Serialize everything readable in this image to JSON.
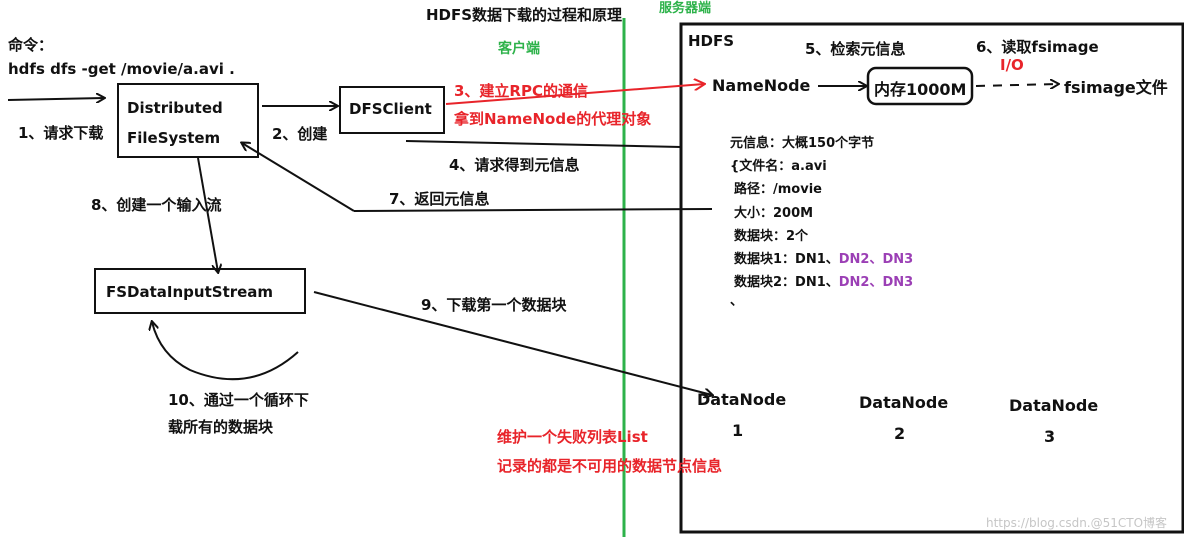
{
  "title": "HDFS数据下载的过程和原理",
  "server_side_label": "服务器端",
  "client_side_label": "客户端",
  "command": {
    "label": "命令：",
    "text": "hdfs dfs -get /movie/a.avi ."
  },
  "hdfs_label": "HDFS",
  "boxes": {
    "dfs_line1": "Distributed",
    "dfs_line2": "FileSystem",
    "dfsclient": "DFSClient",
    "fsdis": "FSDataInputStream",
    "memory": "内存1000M"
  },
  "namenode": "NameNode",
  "fsimage_file": "fsimage文件",
  "io_label": "I/O",
  "steps": {
    "s1": "1、请求下载",
    "s2": "2、创建",
    "s3": "3、建立RPC的通信",
    "s3b": "拿到NameNode的代理对象",
    "s4": "4、请求得到元信息",
    "s5": "5、检索元信息",
    "s6": "6、读取fsimage",
    "s7": "7、返回元信息",
    "s8": "8、创建一个输入流",
    "s9": "9、下载第一个数据块",
    "s10a": "10、通过一个循环下",
    "s10b": "载所有的数据块"
  },
  "metadata": {
    "header": "元信息：大概150个字节",
    "filename": "{文件名：a.avi",
    "path": "路径：/movie",
    "size": "大小：200M",
    "blocks": "数据块：2个",
    "block1_prefix": "数据块1：DN1、",
    "block2_prefix": "数据块2：DN1、",
    "replicas": "DN2、DN3",
    "tail": "、"
  },
  "datanodes": [
    {
      "name": "DataNode",
      "num": "1"
    },
    {
      "name": "DataNode",
      "num": "2"
    },
    {
      "name": "DataNode",
      "num": "3"
    }
  ],
  "failed_list": {
    "line1": "维护一个失败列表List",
    "line2": "记录的都是不可用的数据节点信息"
  },
  "watermark": "https://blog.csdn.@51CTO博客",
  "colors": {
    "red": "#e8242a",
    "green": "#2db24a",
    "purple": "#9b3fb5",
    "black": "#111111"
  }
}
